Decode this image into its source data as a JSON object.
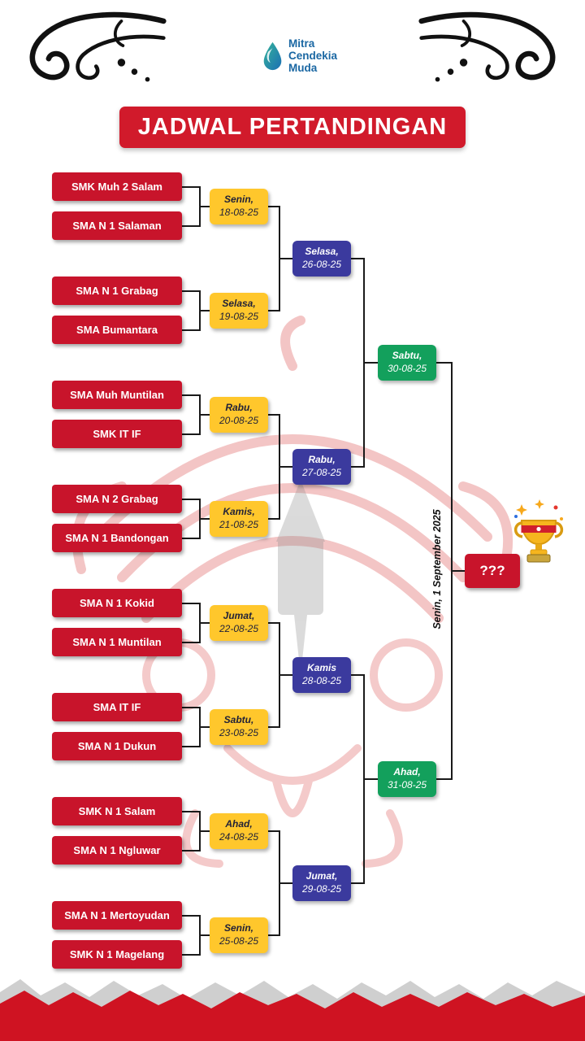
{
  "palette": {
    "red": "#c8142b",
    "yellow": "#ffc72c",
    "navy": "#3b3a9e",
    "green": "#13a05c",
    "line": "#1a1a1a",
    "logo_blue": "#1a67a3"
  },
  "header": {
    "logo": {
      "line1": "Mitra",
      "line2": "Cendekia",
      "line3": "Muda"
    },
    "title": "JADWAL PERTANDINGAN"
  },
  "bracket": {
    "teams": [
      "SMK Muh 2 Salam",
      "SMA N 1 Salaman",
      "SMA N 1 Grabag",
      "SMA Bumantara",
      "SMA Muh Muntilan",
      "SMK IT IF",
      "SMA N 2 Grabag",
      "SMA N 1 Bandongan",
      "SMA N 1 Kokid",
      "SMA N 1 Muntilan",
      "SMA IT IF",
      "SMA N 1 Dukun",
      "SMK N 1 Salam",
      "SMA N 1 Ngluwar",
      "SMA N 1 Mertoyudan",
      "SMK N 1 Magelang"
    ],
    "round1": [
      {
        "day": "Senin,",
        "date": "18-08-25"
      },
      {
        "day": "Selasa,",
        "date": "19-08-25"
      },
      {
        "day": "Rabu,",
        "date": "20-08-25"
      },
      {
        "day": "Kamis,",
        "date": "21-08-25"
      },
      {
        "day": "Jumat,",
        "date": "22-08-25"
      },
      {
        "day": "Sabtu,",
        "date": "23-08-25"
      },
      {
        "day": "Ahad,",
        "date": "24-08-25"
      },
      {
        "day": "Senin,",
        "date": "25-08-25"
      }
    ],
    "round2": [
      {
        "day": "Selasa,",
        "date": "26-08-25"
      },
      {
        "day": "Rabu,",
        "date": "27-08-25"
      },
      {
        "day": "Kamis",
        "date": "28-08-25"
      },
      {
        "day": "Jumat,",
        "date": "29-08-25"
      }
    ],
    "round3": [
      {
        "day": "Sabtu,",
        "date": "30-08-25"
      },
      {
        "day": "Ahad,",
        "date": "31-08-25"
      }
    ],
    "final": {
      "label": "???",
      "date": "Senin, 1 September 2025"
    }
  }
}
